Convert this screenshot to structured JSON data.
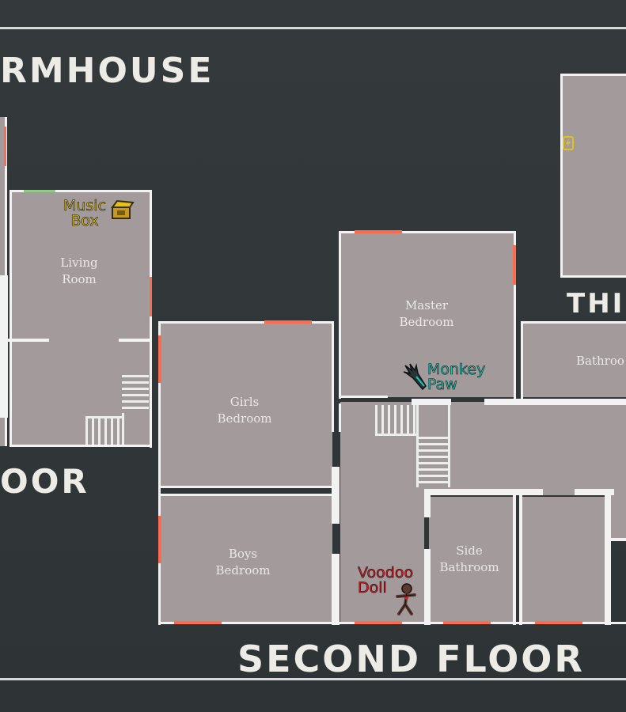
{
  "titles": {
    "farmhouse": "RMHOUSE",
    "first_floor": "OOR",
    "second_floor": "SECOND FLOOR",
    "third_floor": "THI"
  },
  "rooms": {
    "living_room": "Living\nRoom",
    "master_bedroom": "Master\nBedroom",
    "girls_bedroom": "Girls\nBedroom",
    "boys_bedroom": "Boys\nBedroom",
    "side_bathroom": "Side\nBathroom",
    "bathroom": "Bathroo"
  },
  "items": {
    "music_box": "Music\nBox",
    "monkey_paw": "Monkey\nPaw",
    "voodoo_doll": "Voodoo\nDoll"
  },
  "colors": {
    "music_box": "#e2c21a",
    "monkey_paw": "#1ec9b9",
    "voodoo_doll": "#e01a24",
    "door": "#ff6b4f"
  }
}
